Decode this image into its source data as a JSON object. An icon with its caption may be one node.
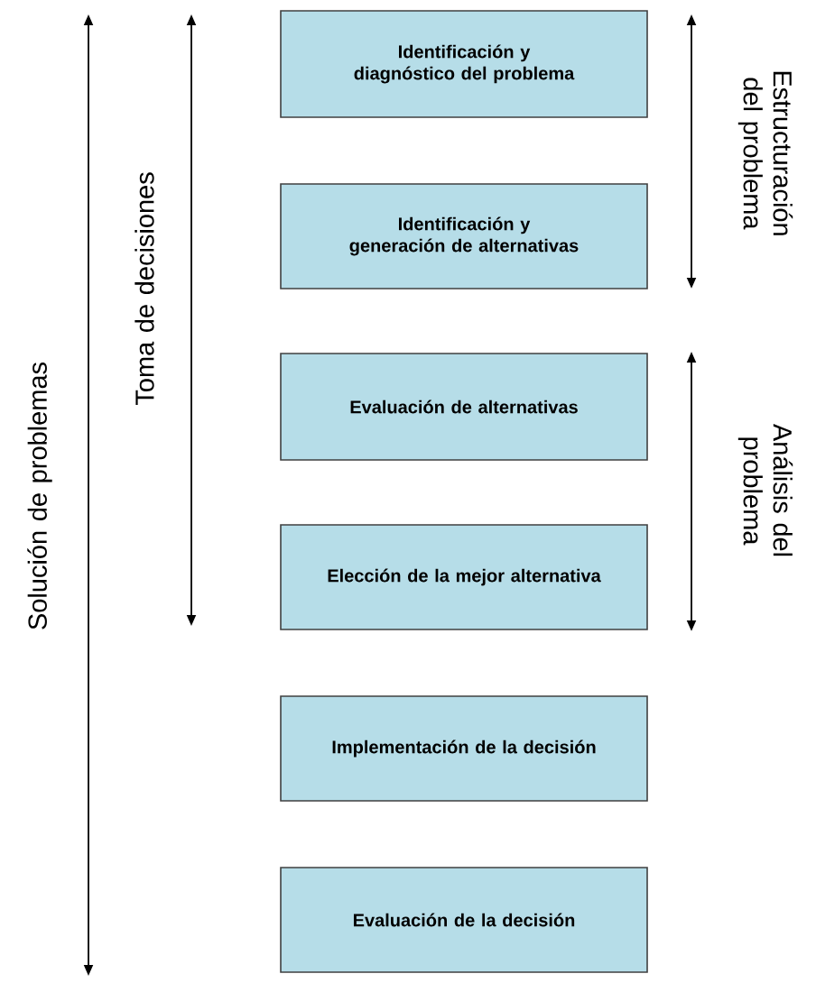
{
  "diagram": {
    "nodes": [
      {
        "text": [
          "Identificación y diagnóstico del problema"
        ]
      },
      {
        "text": [
          "Identificación y generación de alternativas"
        ]
      },
      {
        "text": [
          "Evaluación de alternativas"
        ]
      },
      {
        "text": [
          "Elección de la mejor alternativa"
        ]
      },
      {
        "text": [
          "Implementación de la decisión"
        ]
      },
      {
        "text": [
          "Evaluación de la decisión"
        ]
      }
    ],
    "edges": [],
    "labels": [
      "Solución de problemas",
      "Toma de decisiones",
      "Estructuración del problema",
      "Análisis del problema"
    ]
  }
}
